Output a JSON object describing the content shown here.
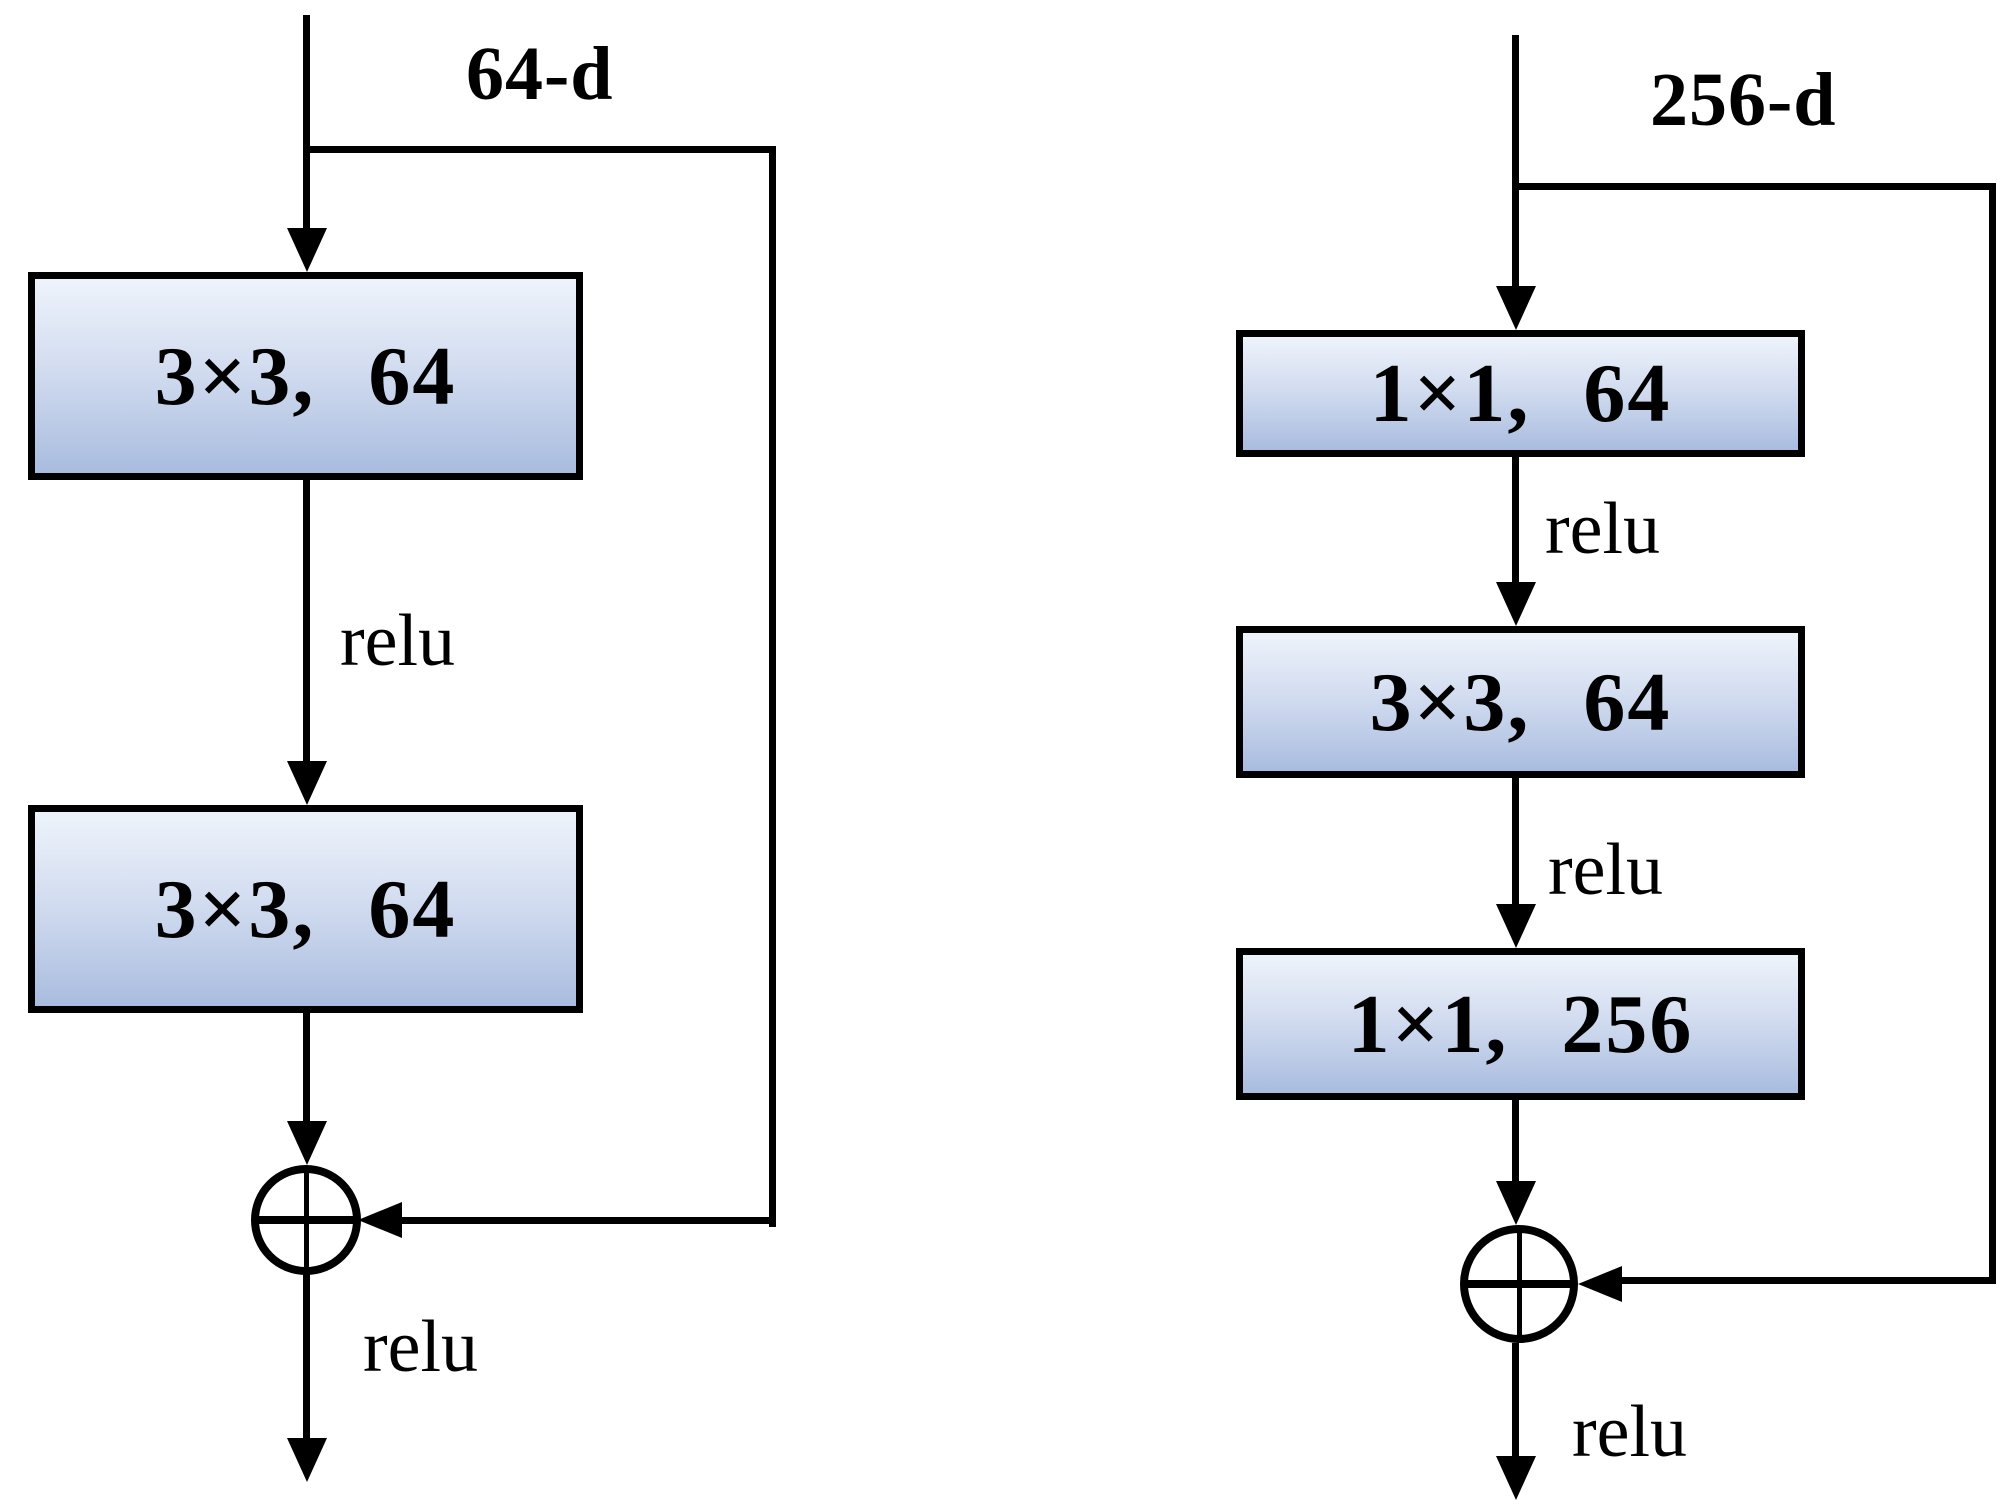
{
  "figure": {
    "left_block": {
      "input_dim_label": "64-d",
      "layers": [
        {
          "label": "3×3, 64"
        },
        {
          "label": "3×3, 64"
        }
      ],
      "relu_labels": {
        "mid": "relu",
        "out": "relu"
      }
    },
    "right_block": {
      "input_dim_label": "256-d",
      "layers": [
        {
          "label": "1×1, 64"
        },
        {
          "label": "3×3, 64"
        },
        {
          "label": "1×1, 256"
        }
      ],
      "relu_labels": {
        "mid1": "relu",
        "mid2": "relu",
        "out": "relu"
      }
    },
    "icons": {
      "add_symbol": "circled-plus (elementwise addition)",
      "arrow": "black filled arrowhead"
    },
    "colors": {
      "box_gradient_top": "#eef3fb",
      "box_gradient_bottom": "#a9bcdf",
      "box_border": "#000000",
      "line": "#000000",
      "background": "#ffffff"
    }
  }
}
